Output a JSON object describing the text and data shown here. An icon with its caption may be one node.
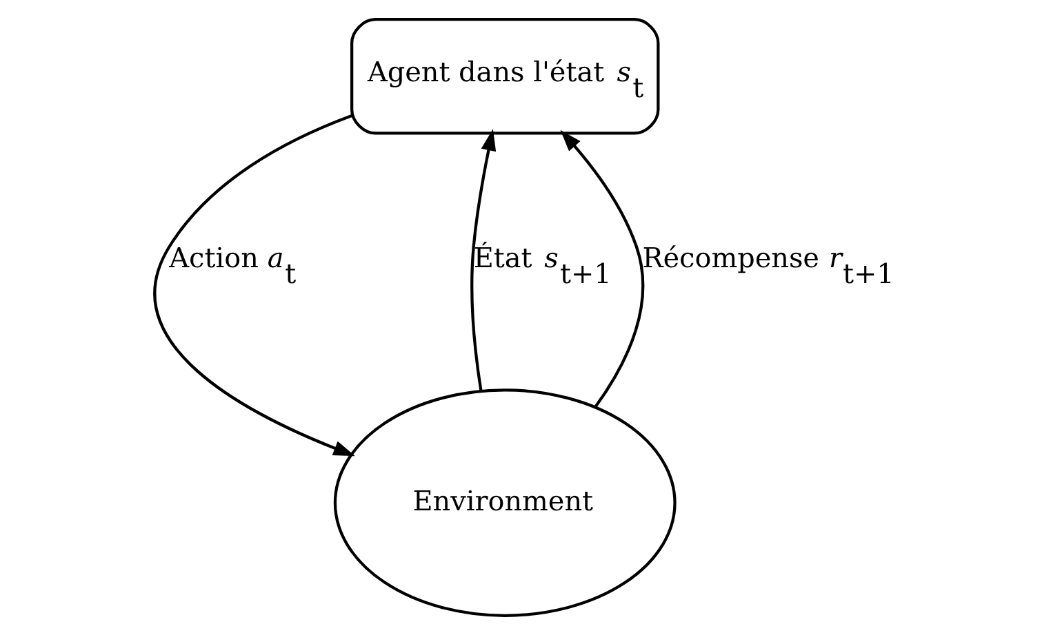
{
  "diagram": {
    "nodes": [
      {
        "text": [
          "Agent dans l'état *s*$_{t}$"
        ]
      },
      {
        "text": [
          "Environment"
        ]
      }
    ],
    "edges": [
      {
        "from": 0,
        "to": 1,
        "arrow": "to",
        "label": "Action *a*$_{t}$"
      },
      {
        "from": 1,
        "to": 0,
        "arrow": "to",
        "label": "État *s*$_{t+1}$"
      },
      {
        "from": 1,
        "to": 0,
        "arrow": "to",
        "label": "Récompense *r*$_{t+1}$"
      }
    ]
  }
}
